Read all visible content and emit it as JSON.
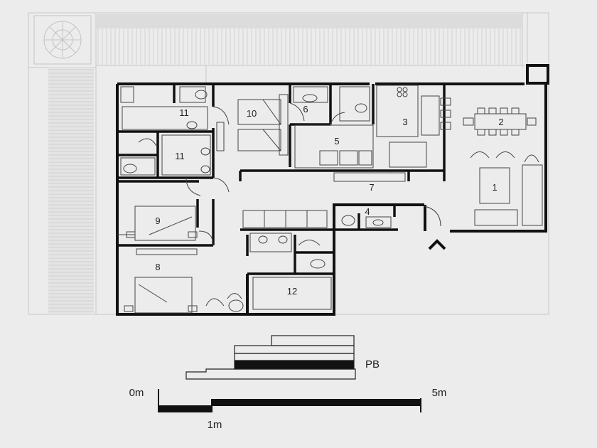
{
  "rooms": {
    "r1": "1",
    "r2": "2",
    "r3": "3",
    "r4": "4",
    "r5": "5",
    "r6": "6",
    "r7": "7",
    "r8": "8",
    "r9": "9",
    "r10": "10",
    "r11a": "11",
    "r11b": "11",
    "r12": "12"
  },
  "level_label": "PB",
  "scale_bar": {
    "zero": "0m",
    "one": "1m",
    "five": "5m"
  },
  "icons": {
    "entry": "entry-arrow-icon",
    "tree": "tree-icon"
  }
}
